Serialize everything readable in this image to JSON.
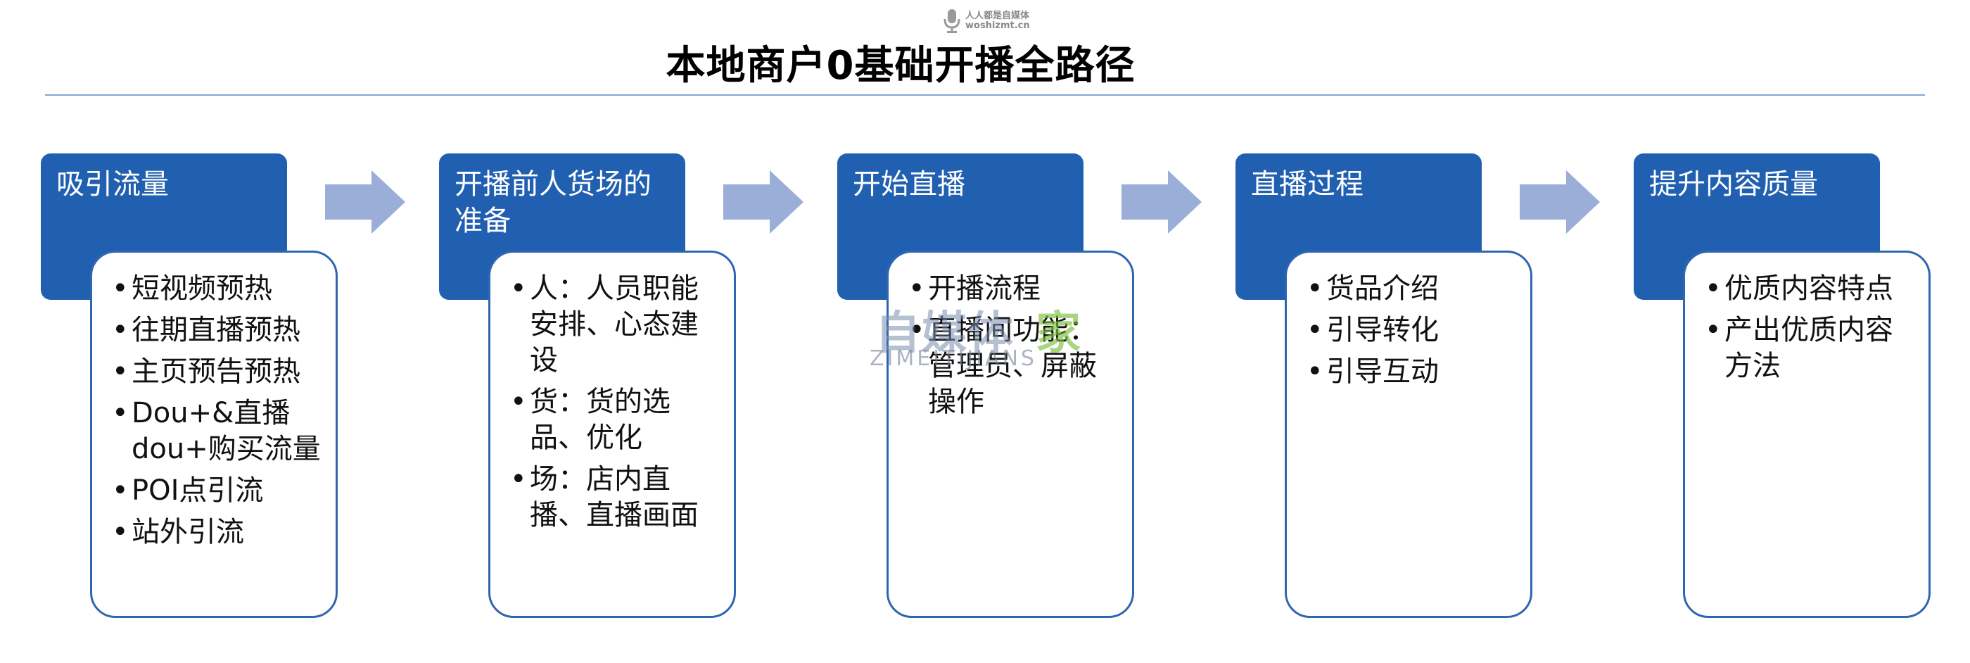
{
  "watermark_top": {
    "line1": "人人都是自媒体",
    "line2": "woshizmt.cn"
  },
  "title": "本地商户0基础开播全路径",
  "steps": [
    {
      "header": "吸引流量",
      "items": [
        "短视频预热",
        "往期直播预热",
        "主页预告预热",
        "Dou+&直播dou+购买流量",
        "POI点引流",
        "站外引流"
      ]
    },
    {
      "header": "开播前人货场的准备",
      "items": [
        "人：人员职能安排、心态建设",
        "货：货的选品、优化",
        "场：店内直播、直播画面"
      ]
    },
    {
      "header": "开始直播",
      "items": [
        "开播流程",
        "直播间功能：管理员、屏蔽操作"
      ]
    },
    {
      "header": "直播过程",
      "items": [
        "货品介绍",
        "引导转化",
        "引导互动"
      ]
    },
    {
      "header": "提升内容质量",
      "items": [
        "优质内容特点",
        "产出优质内容方法"
      ]
    }
  ],
  "watermark_mid": {
    "cn": "自媒体",
    "home": "家",
    "en": "ZIMEITIJIANS"
  },
  "colors": {
    "header_fill": "#2160b0",
    "content_border": "#2f66b0",
    "arrow_fill": "#9aaed8",
    "rule": "#7fa8cf"
  }
}
